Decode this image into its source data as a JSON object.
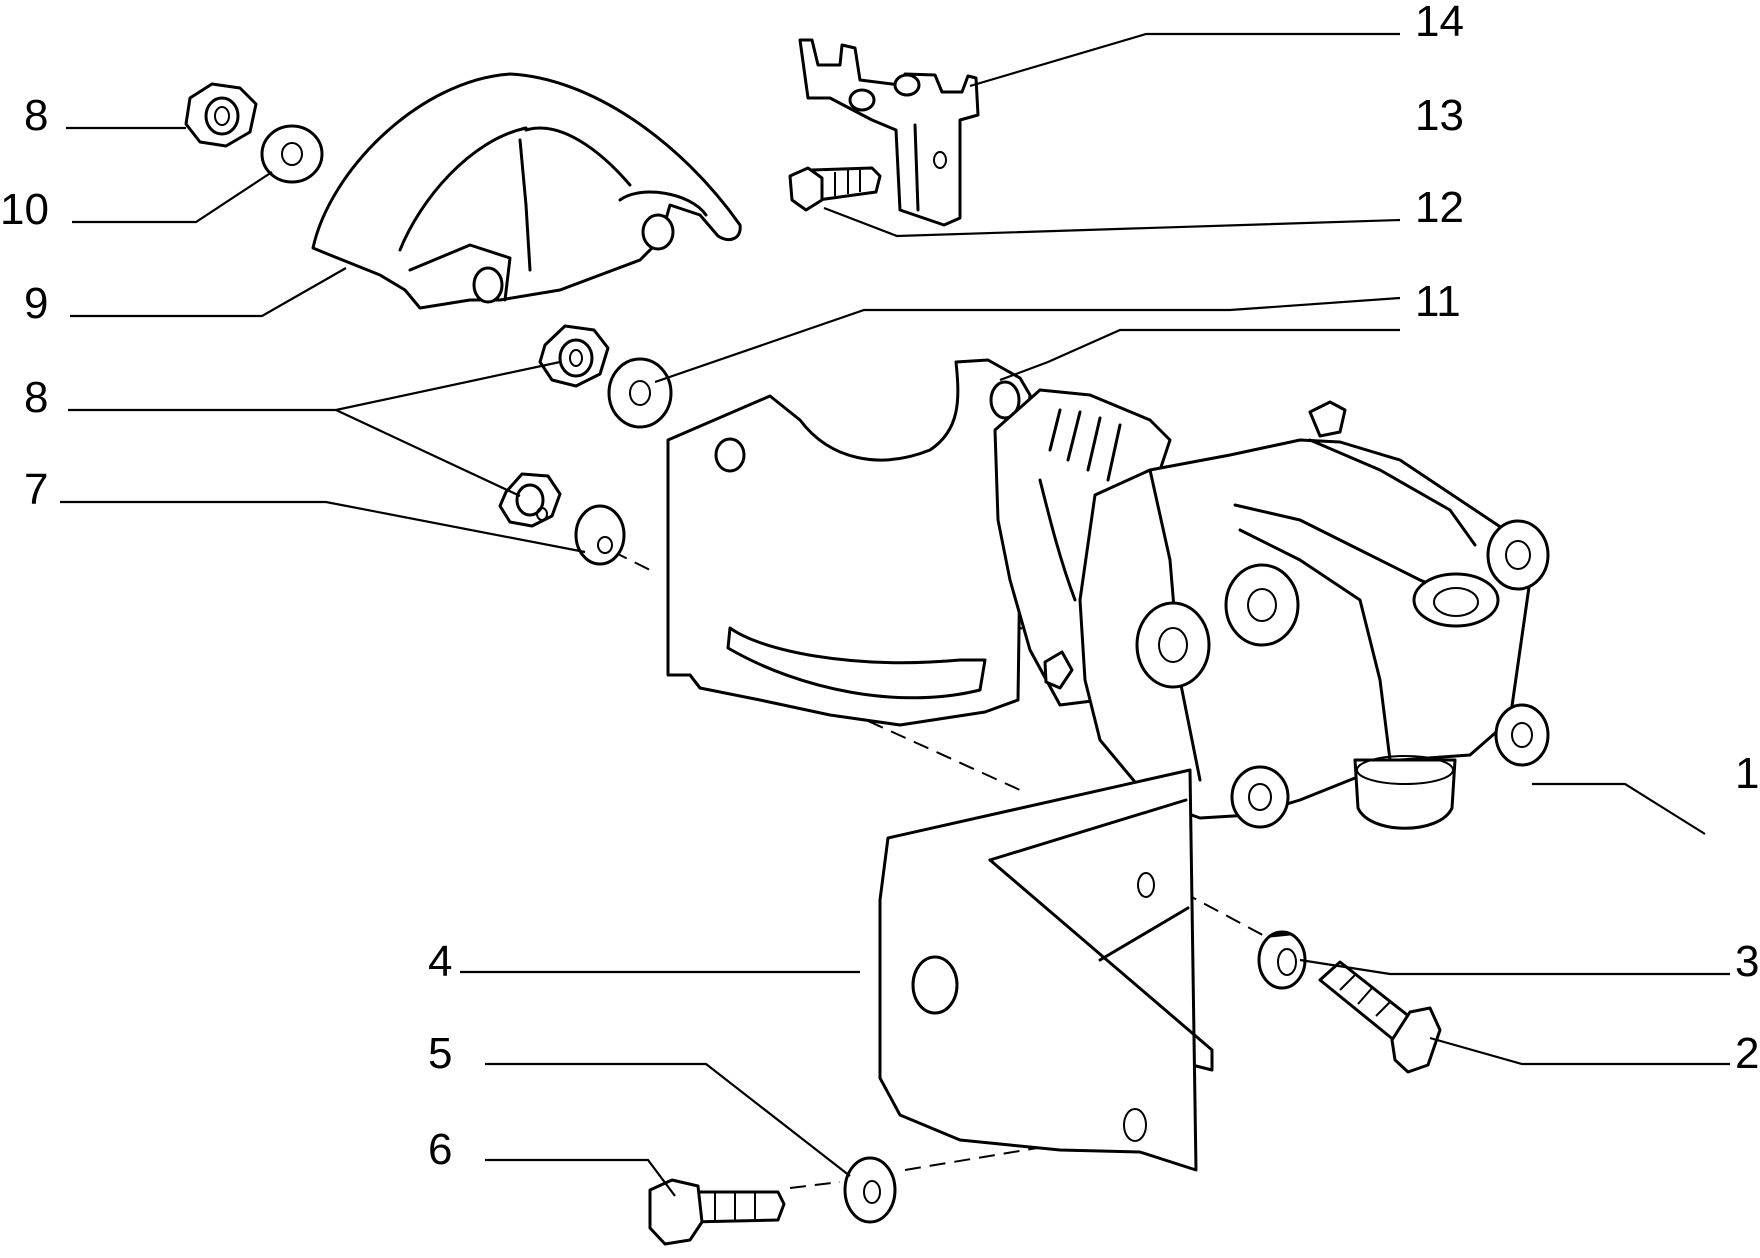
{
  "callouts": [
    {
      "id": "c1",
      "label": "1"
    },
    {
      "id": "c2",
      "label": "2"
    },
    {
      "id": "c3",
      "label": "3"
    },
    {
      "id": "c4",
      "label": "4"
    },
    {
      "id": "c5",
      "label": "5"
    },
    {
      "id": "c6",
      "label": "6"
    },
    {
      "id": "c7",
      "label": "7"
    },
    {
      "id": "c8a",
      "label": "8"
    },
    {
      "id": "c8b",
      "label": "8"
    },
    {
      "id": "c9",
      "label": "9"
    },
    {
      "id": "c10",
      "label": "10"
    },
    {
      "id": "c11",
      "label": "11"
    },
    {
      "id": "c12",
      "label": "12"
    },
    {
      "id": "c13",
      "label": "13"
    },
    {
      "id": "c14",
      "label": "14"
    }
  ]
}
